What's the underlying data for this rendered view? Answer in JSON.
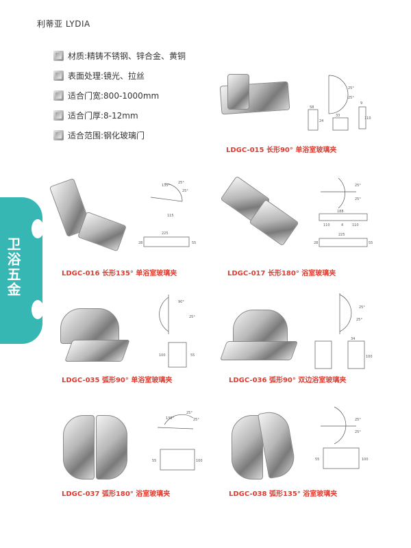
{
  "brand": "利蒂亚 LYDIA",
  "specs": [
    {
      "icon": "material-icon",
      "text": "材质:精铸不锈钢、锌合金、黄铜"
    },
    {
      "icon": "finish-icon",
      "text": "表面处理:镜光、拉丝"
    },
    {
      "icon": "door-width-icon",
      "text": "适合门宽:800-1000mm"
    },
    {
      "icon": "thickness-icon",
      "text": "适合门厚:8-12mm"
    },
    {
      "icon": "range-icon",
      "text": "适合范围:钢化玻璃门"
    }
  ],
  "category_label": "卫浴五金",
  "products": [
    {
      "caption": "LDGC-015 长形90° 单浴室玻璃夹"
    },
    {
      "caption": "LDGC-016 长形135° 单浴室玻璃夹"
    },
    {
      "caption": "LDGC-017 长形180° 浴室玻璃夹"
    },
    {
      "caption": "LDGC-035 弧形90° 单浴室玻璃夹"
    },
    {
      "caption": "LDGC-036 弧形90° 双边浴室玻璃夹"
    },
    {
      "caption": "LDGC-037 弧形180° 浴室玻璃夹"
    },
    {
      "caption": "LDGC-038 弧形135° 浴室玻璃夹"
    }
  ],
  "dimensions": {
    "d015": [
      "25°",
      "25°",
      "33",
      "110",
      "58",
      "24",
      "9"
    ],
    "d016": [
      "135°",
      "25°",
      "25°",
      "115",
      "225",
      "55",
      "28"
    ],
    "d017": [
      "25°",
      "25°",
      "188",
      "4",
      "110",
      "110",
      "225",
      "55",
      "28"
    ],
    "d035": [
      "90°",
      "25°",
      "55",
      "100"
    ],
    "d036": [
      "25°",
      "25°",
      "100",
      "34"
    ],
    "d037": [
      "135°",
      "25°",
      "25°",
      "100",
      "55"
    ],
    "d038": [
      "25°",
      "25°",
      "100",
      "55"
    ]
  }
}
